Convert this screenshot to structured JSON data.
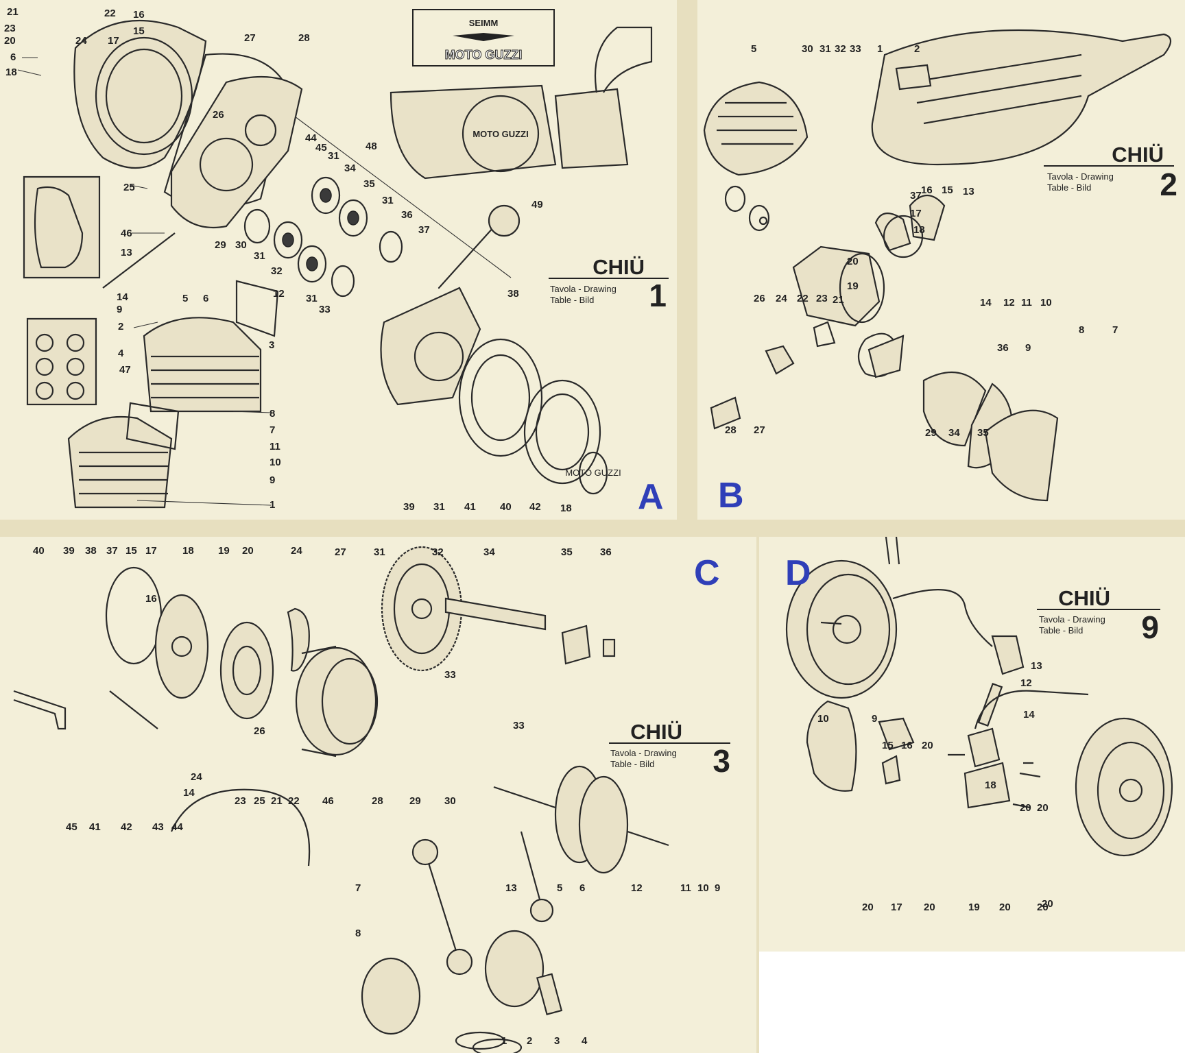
{
  "panels": {
    "a": {
      "letter": "A",
      "title": "CHIÜ",
      "subtitle1": "Tavola - Drawing",
      "subtitle2": "Table - Bild",
      "drawing_number": "1",
      "logo_top": "SEIMM",
      "logo_main": "MOTO GUZZI",
      "cover_text": "MOTO GUZZI",
      "ring_text": "MOTO GUZZI"
    },
    "b": {
      "letter": "B",
      "title": "CHIÜ",
      "subtitle1": "Tavola - Drawing",
      "subtitle2": "Table - Bild",
      "drawing_number": "2"
    },
    "c": {
      "letter": "C",
      "title": "CHIÜ",
      "subtitle1": "Tavola - Drawing",
      "subtitle2": "Table - Bild",
      "drawing_number": "3"
    },
    "d": {
      "letter": "D",
      "title": "CHIÜ",
      "subtitle1": "Tavola - Drawing",
      "subtitle2": "Table - Bild",
      "drawing_number": "9"
    }
  },
  "part_labels": {
    "a": [
      "21",
      "22",
      "16",
      "15",
      "23",
      "20",
      "24",
      "17",
      "6",
      "18",
      "27",
      "28",
      "26",
      "44",
      "45",
      "48",
      "25",
      "31",
      "34",
      "35",
      "31",
      "36",
      "46",
      "13",
      "29",
      "30",
      "31",
      "32",
      "37",
      "14",
      "9",
      "31",
      "33",
      "5",
      "6",
      "12",
      "2",
      "4",
      "3",
      "47",
      "8",
      "7",
      "11",
      "10",
      "9",
      "1",
      "39",
      "31",
      "41",
      "40",
      "42",
      "18",
      "38",
      "49"
    ],
    "b": [
      "5",
      "30",
      "31",
      "32",
      "33",
      "1",
      "2",
      "37",
      "16",
      "15",
      "13",
      "17",
      "18",
      "20",
      "19",
      "26",
      "24",
      "22",
      "23",
      "21",
      "14",
      "12",
      "11",
      "10",
      "36",
      "9",
      "8",
      "7",
      "28",
      "27",
      "29",
      "34",
      "35"
    ],
    "c": [
      "40",
      "39",
      "38",
      "37",
      "15",
      "17",
      "16",
      "18",
      "19",
      "20",
      "24",
      "27",
      "31",
      "32",
      "34",
      "35",
      "36",
      "33",
      "33",
      "24",
      "26",
      "23",
      "25",
      "21",
      "22",
      "46",
      "28",
      "29",
      "30",
      "14",
      "45",
      "41",
      "42",
      "43",
      "44",
      "7",
      "13",
      "5",
      "6",
      "12",
      "11",
      "10",
      "9",
      "8",
      "1",
      "2",
      "3",
      "4"
    ],
    "d": [
      "13",
      "12",
      "14",
      "10",
      "9",
      "15",
      "16",
      "20",
      "18",
      "20",
      "20",
      "19",
      "20",
      "20",
      "17",
      "20",
      "20",
      "20"
    ]
  }
}
